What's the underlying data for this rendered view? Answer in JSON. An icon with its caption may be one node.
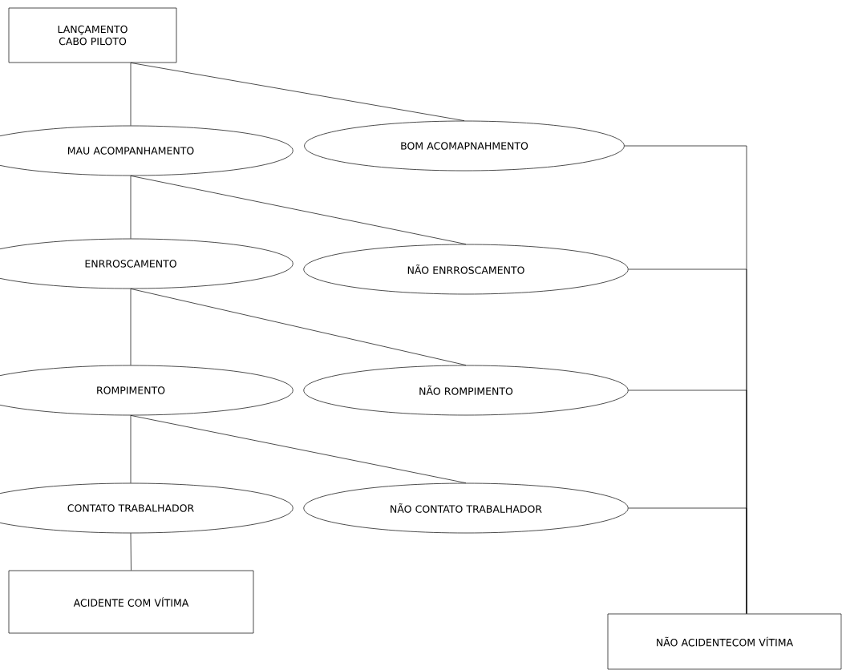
{
  "diagram": {
    "nodes": [
      {
        "text": [
          "LANÇAMENTO CABO PILOTO"
        ]
      },
      {
        "text": [
          "MAU ACOMPANHAMENTO"
        ]
      },
      {
        "text": [
          "BOM ACOMAPNAHMENTO"
        ]
      },
      {
        "text": [
          "ENRROSCAMENTO"
        ]
      },
      {
        "text": [
          "NÃO ENRROSCAMENTO"
        ]
      },
      {
        "text": [
          "ROMPIMENTO"
        ]
      },
      {
        "text": [
          "NÃO ROMPIMENTO"
        ]
      },
      {
        "text": [
          "CONTATO TRABALHADOR"
        ]
      },
      {
        "text": [
          "NÃO CONTATO TRABALHADOR"
        ]
      },
      {
        "text": [
          "ACIDENTE COM VÍTIMA"
        ]
      },
      {
        "text": [
          "NÃO ACIDENTECOM VÍTIMA"
        ]
      }
    ],
    "edges": [
      {
        "from": 0,
        "to": 1,
        "arrow": "none"
      },
      {
        "from": 0,
        "to": 2,
        "arrow": "none"
      },
      {
        "from": 1,
        "to": 3,
        "arrow": "none"
      },
      {
        "from": 1,
        "to": 4,
        "arrow": "none"
      },
      {
        "from": 3,
        "to": 5,
        "arrow": "none"
      },
      {
        "from": 3,
        "to": 6,
        "arrow": "none"
      },
      {
        "from": 5,
        "to": 7,
        "arrow": "none"
      },
      {
        "from": 5,
        "to": 8,
        "arrow": "none"
      },
      {
        "from": 7,
        "to": 9,
        "arrow": "none"
      },
      {
        "from": 2,
        "to": 10,
        "arrow": "none"
      },
      {
        "from": 4,
        "to": 10,
        "arrow": "none"
      },
      {
        "from": 6,
        "to": 10,
        "arrow": "none"
      },
      {
        "from": 8,
        "to": 10,
        "arrow": "none"
      }
    ]
  }
}
